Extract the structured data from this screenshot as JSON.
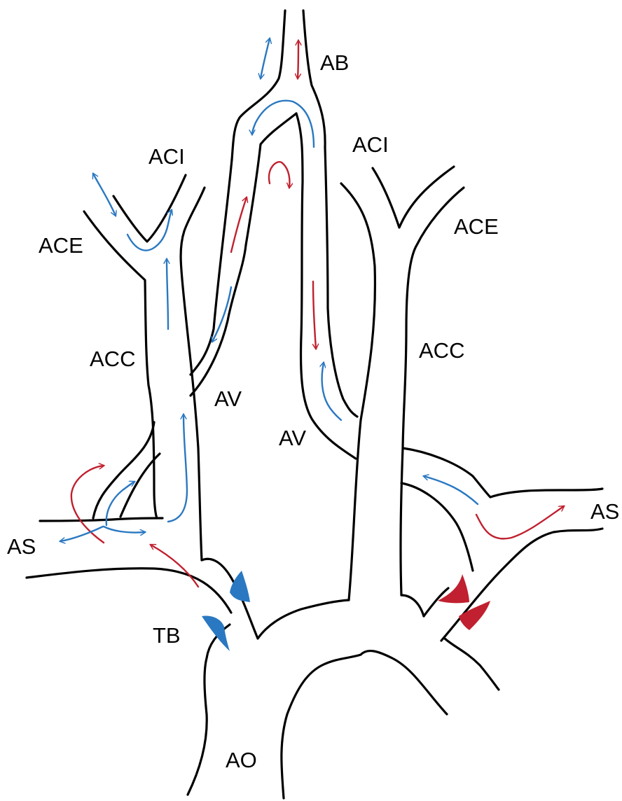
{
  "labels": {
    "ab": "AB",
    "aci_left": "ACI",
    "aci_right": "ACI",
    "ace_left": "ACE",
    "ace_right": "ACE",
    "acc_left": "ACC",
    "acc_right": "ACC",
    "av_left": "AV",
    "av_right": "AV",
    "as_left": "AS",
    "as_right": "AS",
    "tb": "TB",
    "ao": "AO"
  },
  "colors": {
    "vessel": "#000000",
    "flow_blue": "#2a78c1",
    "flow_red": "#c0202f",
    "plaque_blue": "#2a78c1",
    "plaque_red": "#c0202f"
  }
}
